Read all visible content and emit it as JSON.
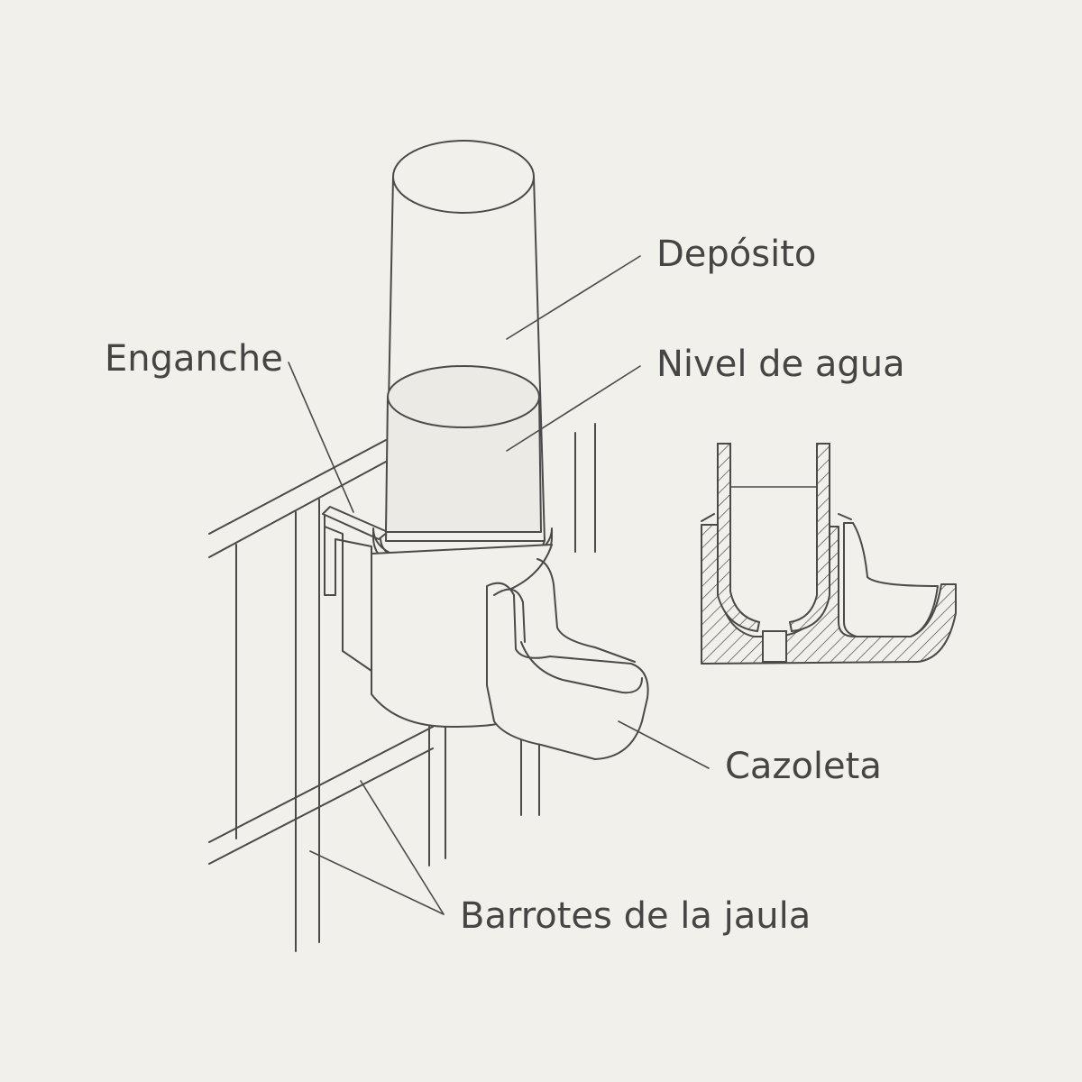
{
  "colors": {
    "background": "#f1f0eb",
    "line": "#4a4a48",
    "text": "#454543"
  },
  "labels": {
    "deposito": "Depósito",
    "nivel_agua": "Nivel de agua",
    "enganche": "Enganche",
    "cazoleta": "Cazoleta",
    "barrotes": "Barrotes de la jaula"
  },
  "icons": [
    "bird-water-feeder-illustration",
    "cross-section-detail",
    "cage-bars"
  ]
}
